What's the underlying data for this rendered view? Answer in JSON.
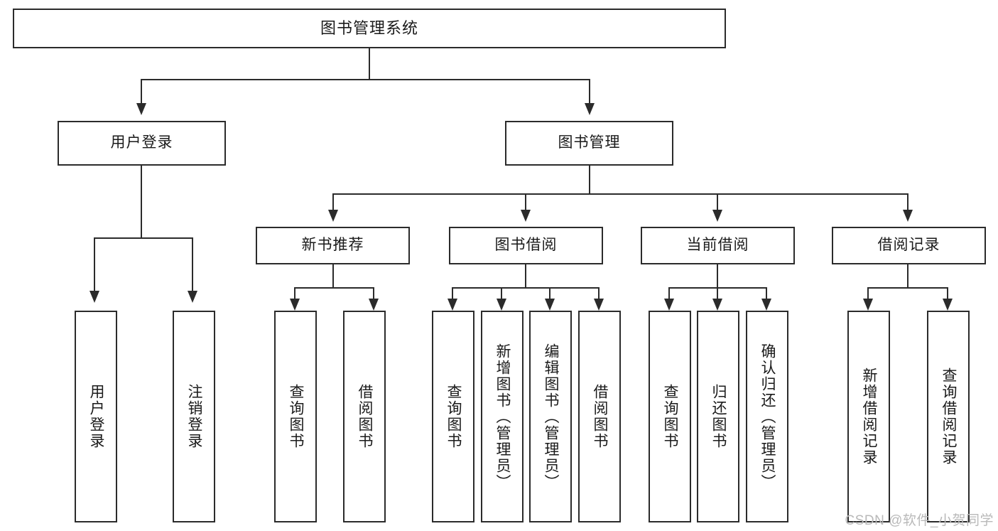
{
  "diagram": {
    "title": "图书管理系统",
    "type": "tree",
    "root": {
      "id": "root",
      "label": "图书管理系统",
      "orientation": "horizontal"
    },
    "level2": [
      {
        "id": "user-login",
        "label": "用户登录",
        "orientation": "horizontal"
      },
      {
        "id": "book-manage",
        "label": "图书管理",
        "orientation": "horizontal"
      }
    ],
    "level3": [
      {
        "id": "new-book-rec",
        "label": "新书推荐",
        "orientation": "horizontal",
        "parent": "book-manage"
      },
      {
        "id": "book-borrow",
        "label": "图书借阅",
        "orientation": "horizontal",
        "parent": "book-manage"
      },
      {
        "id": "current-borrow",
        "label": "当前借阅",
        "orientation": "horizontal",
        "parent": "book-manage"
      },
      {
        "id": "borrow-record",
        "label": "借阅记录",
        "orientation": "horizontal",
        "parent": "book-manage"
      }
    ],
    "leaves": [
      {
        "id": "leaf-user-login",
        "label": "用户登录",
        "parent": "user-login"
      },
      {
        "id": "leaf-user-logout",
        "label": "注销登录",
        "parent": "user-login"
      },
      {
        "id": "leaf-rec-query",
        "label": "查询图书",
        "parent": "new-book-rec"
      },
      {
        "id": "leaf-rec-borrow",
        "label": "借阅图书",
        "parent": "new-book-rec"
      },
      {
        "id": "leaf-borrow-query",
        "label": "查询图书",
        "parent": "book-borrow"
      },
      {
        "id": "leaf-borrow-add",
        "label": "新增图书（管理员）",
        "parent": "book-borrow"
      },
      {
        "id": "leaf-borrow-edit",
        "label": "编辑图书（管理员）",
        "parent": "book-borrow"
      },
      {
        "id": "leaf-borrow-lend",
        "label": "借阅图书",
        "parent": "book-borrow"
      },
      {
        "id": "leaf-cur-query",
        "label": "查询图书",
        "parent": "current-borrow"
      },
      {
        "id": "leaf-cur-return",
        "label": "归还图书",
        "parent": "current-borrow"
      },
      {
        "id": "leaf-cur-confirm",
        "label": "确认归还（管理员）",
        "parent": "current-borrow"
      },
      {
        "id": "leaf-rec-add",
        "label": "新增借阅记录",
        "parent": "borrow-record"
      },
      {
        "id": "leaf-rec-query-record",
        "label": "查询借阅记录",
        "parent": "borrow-record"
      }
    ],
    "colors": {
      "stroke": "#2b2b2b",
      "fill": "#ffffff",
      "text": "#1a1a1a",
      "watermark": "#b9b9b9"
    }
  },
  "watermark": {
    "text": "CSDN @软件_小贺同学"
  }
}
